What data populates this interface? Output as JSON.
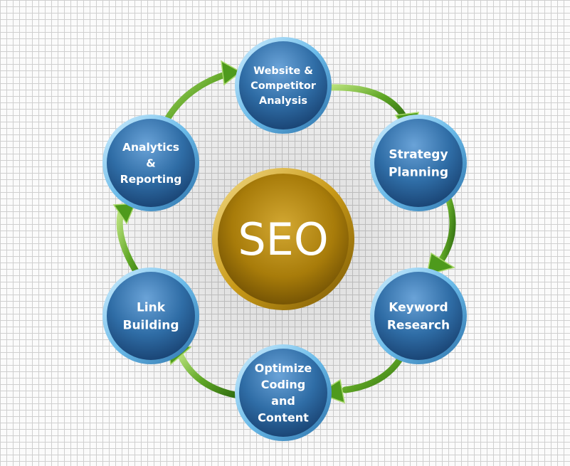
{
  "center": {
    "label": "SEO"
  },
  "nodes": [
    {
      "id": "website-competitor-analysis",
      "lines": [
        "Website &",
        "Competitor",
        "Analysis"
      ]
    },
    {
      "id": "strategy-planning",
      "lines": [
        "Strategy",
        "Planning"
      ]
    },
    {
      "id": "keyword-research",
      "lines": [
        "Keyword",
        "Research"
      ]
    },
    {
      "id": "optimize-coding-content",
      "lines": [
        "Optimize",
        "Coding",
        "and",
        "Content"
      ]
    },
    {
      "id": "link-building",
      "lines": [
        "Link",
        "Building"
      ]
    },
    {
      "id": "analytics-reporting",
      "lines": [
        "Analytics",
        "&",
        "Reporting"
      ]
    }
  ],
  "colors": {
    "node_fill": "#2f6da6",
    "node_rim": "#7fc7ee",
    "center_fill": "#b58a10",
    "arrow": "#4e9a1c"
  }
}
